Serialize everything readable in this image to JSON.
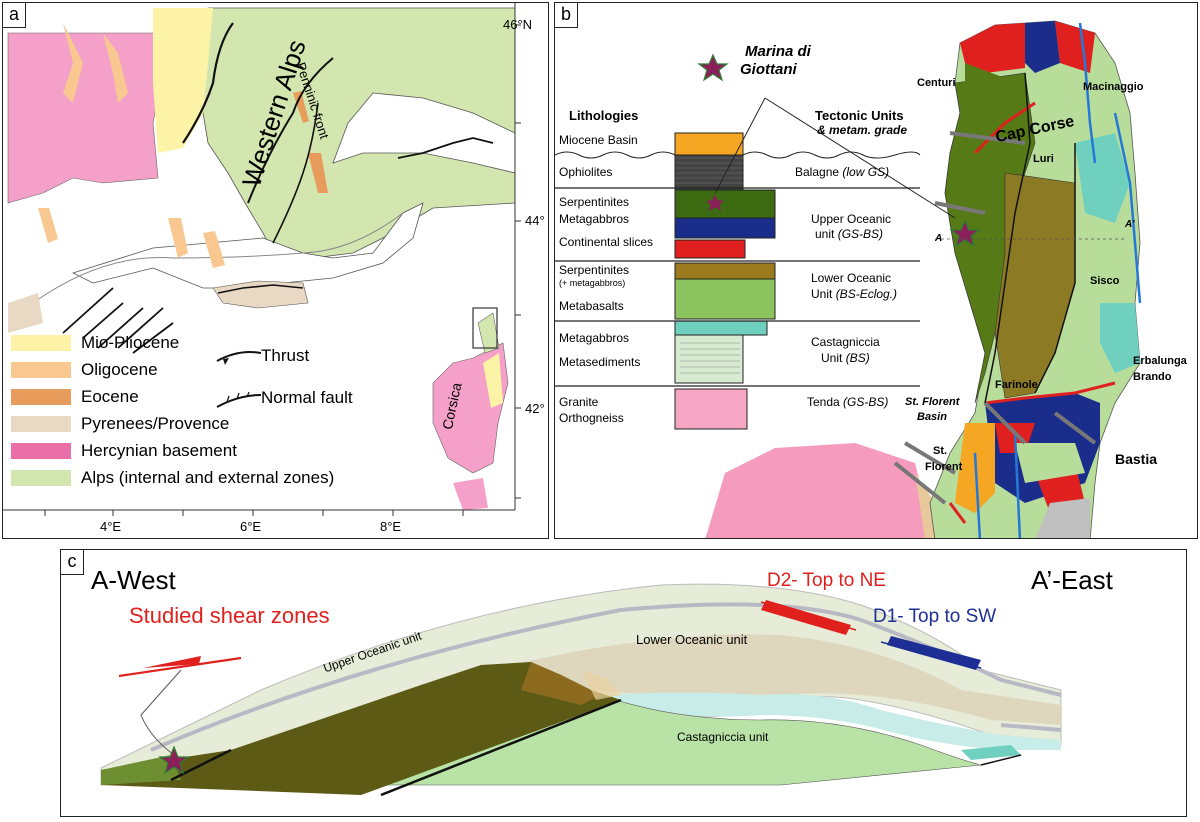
{
  "panel_a": {
    "label": "a",
    "lat_labels": [
      "46°N",
      "44°",
      "42°"
    ],
    "lon_labels": [
      "4°E",
      "6°E",
      "8°E"
    ],
    "map_labels": {
      "western_alps": "Western Alps",
      "penninic_front": "Penninic front",
      "corsica": "Corsica"
    },
    "legend": [
      {
        "label": "Mio-Pliocene",
        "color": "#fdf3a6"
      },
      {
        "label": "Oligocene",
        "color": "#f9c890"
      },
      {
        "label": "Eocene",
        "color": "#e89c5c"
      },
      {
        "label": "Pyrenees/Provence",
        "color": "#e8d8c4"
      },
      {
        "label": "Hercynian basement",
        "color": "#ea6fa8"
      },
      {
        "label": "Alps (internal and external zones)",
        "color": "#d4e6b0"
      }
    ],
    "structure_legend": {
      "thrust": "Thrust",
      "normal_fault": "Normal fault"
    }
  },
  "panel_b": {
    "label": "b",
    "star_title": [
      "Marina di",
      "Giottani"
    ],
    "lithologies_header": "Lithologies",
    "tectonic_header": [
      "Tectonic Units",
      "& metam. grade"
    ],
    "lithologies": [
      "Miocene Basin",
      "Ophiolites",
      "Serpentinites",
      "Metagabbros",
      "Continental slices",
      "Serpentinites",
      "(+ metagabbros)",
      "Metabasalts",
      "Metagabbros",
      "Metasediments",
      "Granite",
      "Orthogneiss"
    ],
    "units": [
      {
        "name": "Balagne",
        "grade": "(low GS)"
      },
      {
        "name": "Upper Oceanic",
        "name2": "unit",
        "grade": "(GS-BS)"
      },
      {
        "name": "Lower Oceanic",
        "name2": "Unit",
        "grade": "(BS-Eclog.)"
      },
      {
        "name": "Castagniccia",
        "name2": "Unit",
        "grade": "(BS)"
      },
      {
        "name": "Tenda",
        "grade": "(GS-BS)"
      }
    ],
    "places": [
      "Centuri",
      "Macinaggio",
      "Cap Corse",
      "Luri",
      "Sisco",
      "Erbalunga",
      "Brando",
      "Farinole",
      "St. Florent",
      "Basin",
      "St.",
      "Florent",
      "Bastia",
      "A",
      "A'"
    ]
  },
  "panel_c": {
    "label": "c",
    "west": "A-West",
    "east": "A’-East",
    "shear_title": "Studied shear zones",
    "d2": "D2- Top to NE",
    "d1": "D1- Top to SW",
    "units": [
      "Upper Oceanic unit",
      "Lower Oceanic unit",
      "Castagniccia unit"
    ],
    "colors": {
      "red": "#e0201c",
      "blue": "#1d2f94",
      "star": "#8a1f5a"
    }
  }
}
